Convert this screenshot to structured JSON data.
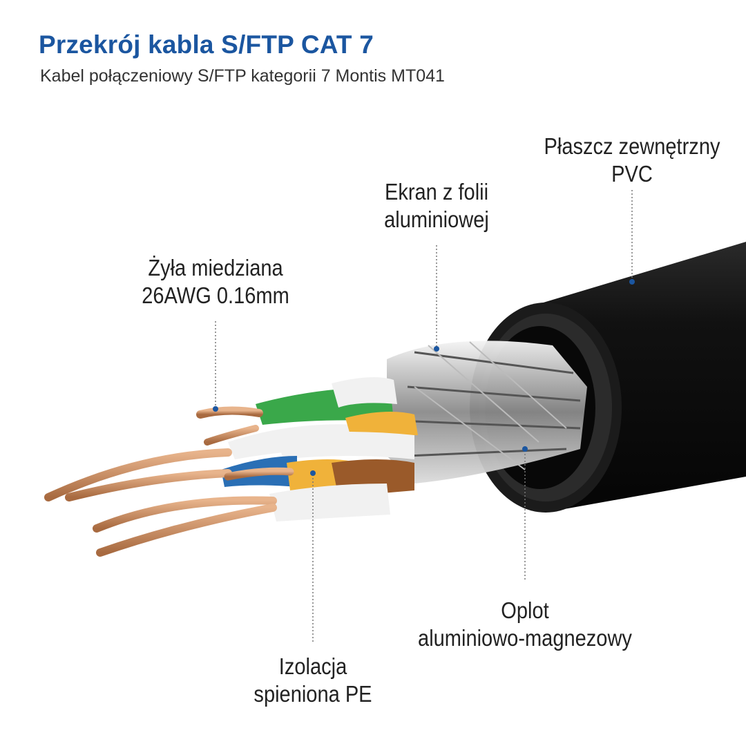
{
  "header": {
    "title": "Przekrój kabla S/FTP CAT 7",
    "subtitle": "Kabel połączeniowy S/FTP kategorii 7 Montis MT041"
  },
  "labels": {
    "jacket": {
      "line1": "Płaszcz zewnętrzny",
      "line2": "PVC"
    },
    "foil": {
      "line1": "Ekran z folii",
      "line2": "aluminiowej"
    },
    "conductor": {
      "line1": "Żyła miedziana",
      "line2": "26AWG 0.16mm"
    },
    "insulation": {
      "line1": "Izolacja",
      "line2": "spieniona PE"
    },
    "braid": {
      "line1": "Oplot",
      "line2": "aluminiowo-magnezowy"
    }
  },
  "colors": {
    "accent": "#1b56a0",
    "jacket": "#141414",
    "green": "#3aa84a",
    "orange": "#f0b23a",
    "blue": "#2a6fb5",
    "brown": "#9a5a2a",
    "copper": "#c98a5e"
  }
}
